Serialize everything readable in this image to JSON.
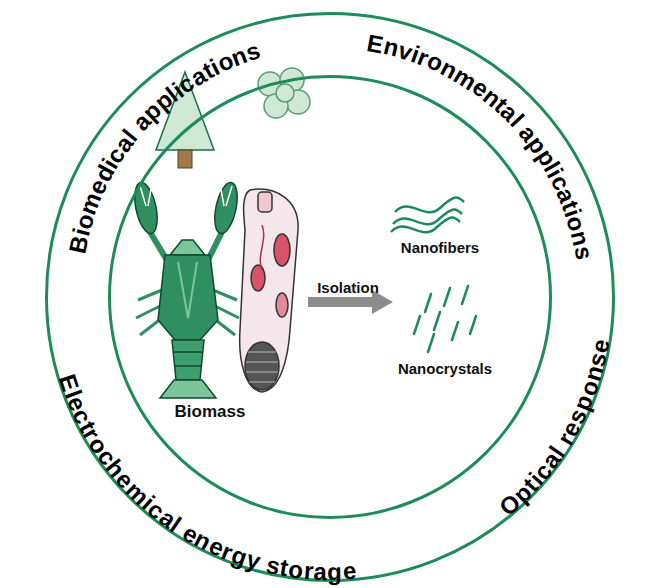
{
  "diagram": {
    "nodes": [
      {
        "text": [
          "Biomedical applications",
          "Environmental applications",
          "Optical response",
          "Electrochemical energy storage"
        ]
      },
      {
        "text": [
          "Biomass",
          "Isolation",
          "Nanofibers",
          "Nanocrystals"
        ],
        "in": 0
      }
    ]
  }
}
